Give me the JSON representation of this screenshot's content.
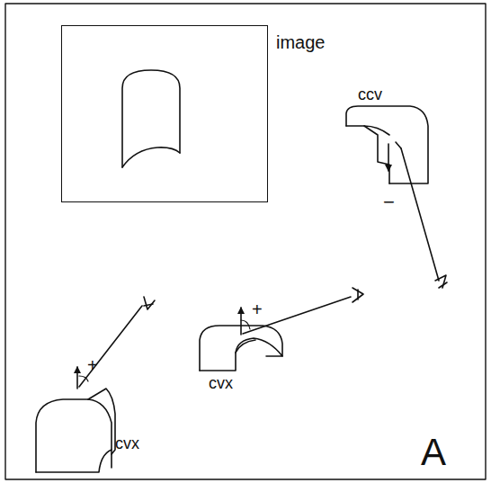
{
  "diagram": {
    "nodes": [
      {
        "text": [
          "image"
        ]
      }
    ],
    "labels": [
      "ccv",
      "−",
      "+",
      "+",
      "cvx",
      "cvx",
      "A"
    ]
  }
}
